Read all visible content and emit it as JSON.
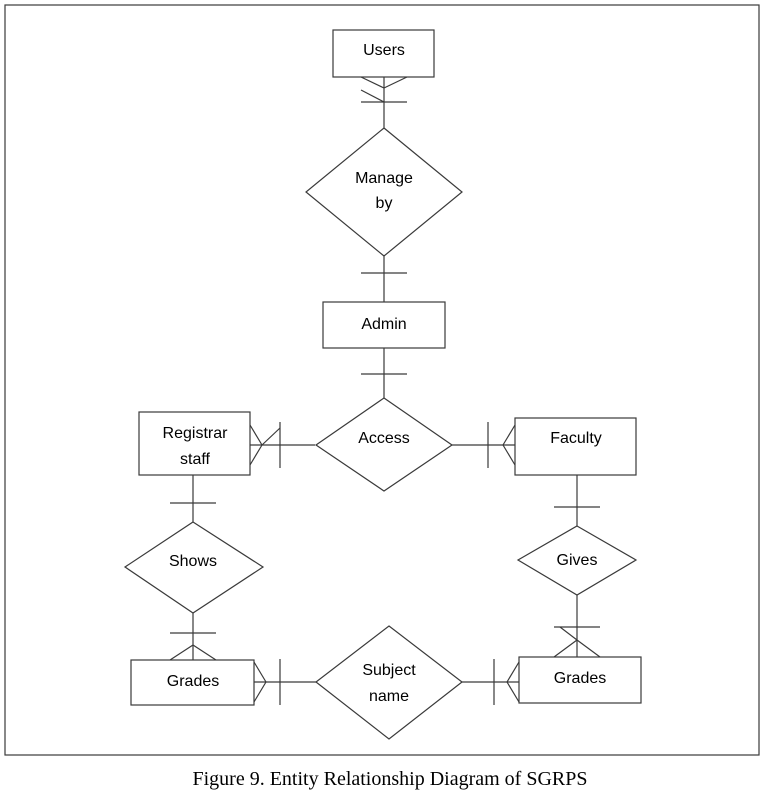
{
  "diagram": {
    "entities": {
      "users": "Users",
      "admin": "Admin",
      "registrar": [
        "Registrar",
        "staff"
      ],
      "faculty": "Faculty",
      "grades_left": "Grades",
      "grades_right": "Grades"
    },
    "relationships": {
      "manage": [
        "Manage",
        "by"
      ],
      "access": "Access",
      "shows": "Shows",
      "gives": "Gives",
      "subject": [
        "Subject",
        "name"
      ]
    }
  },
  "caption": "Figure 9. Entity Relationship Diagram of SGRPS"
}
